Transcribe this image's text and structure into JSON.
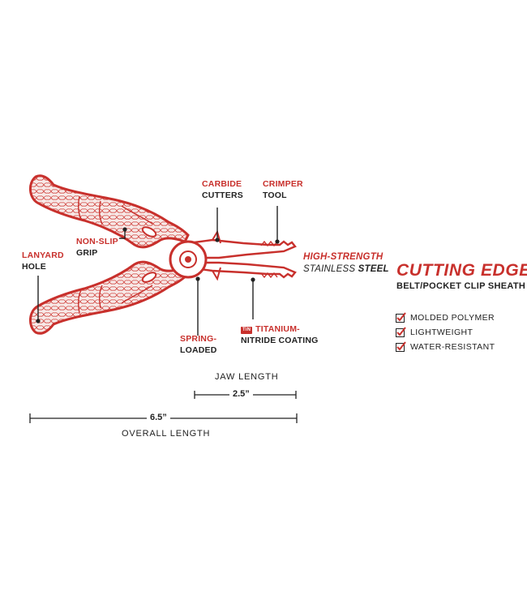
{
  "callouts": {
    "carbide": {
      "line1": "CARBIDE",
      "line2": "CUTTERS"
    },
    "crimper": {
      "line1": "CRIMPER",
      "line2": "TOOL"
    },
    "lanyard": {
      "line1": "LANYARD",
      "line2": "HOLE"
    },
    "nonslip": {
      "line1": "NON-SLIP",
      "line2": "GRIP"
    },
    "highstrength": {
      "line1": "HIGH-STRENGTH",
      "line2a": "STAINLESS",
      "line2b": "STEEL"
    },
    "spring": {
      "line1": "SPRING-",
      "line2": "LOADED"
    },
    "titanium": {
      "badge": "TiN",
      "line1": "TITANIUM-",
      "line2": "NITRIDE COATING"
    }
  },
  "panel": {
    "title": "CUTTING EDGE",
    "subtitle_light": "BELT/POCKET CLIP",
    "subtitle_bold": "SHEATH",
    "features": [
      "MOLDED POLYMER",
      "LIGHTWEIGHT",
      "WATER-RESISTANT"
    ]
  },
  "dimensions": {
    "jaw": {
      "label": "JAW LENGTH",
      "value": "2.5”"
    },
    "overall": {
      "label": "OVERALL LENGTH",
      "value": "6.5”"
    }
  },
  "colors": {
    "accent": "#c8302c",
    "text": "#222222",
    "grip_fill": "#f6e6e4"
  }
}
